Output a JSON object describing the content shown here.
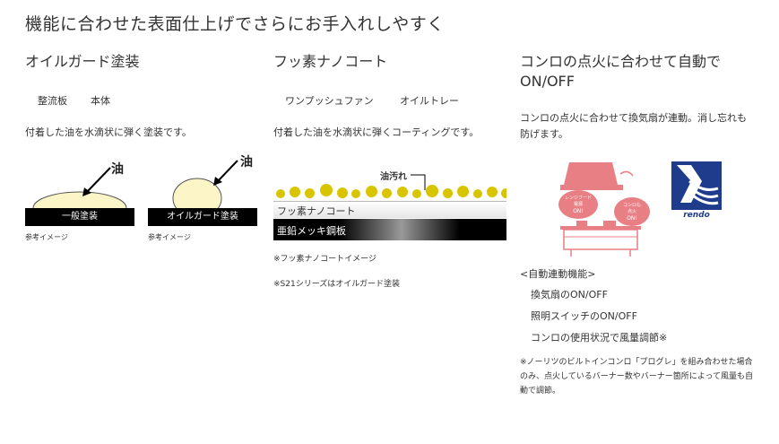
{
  "page_title": "機能に合わせた表面仕上げでさらにお手入れしやすく",
  "col1": {
    "heading": "オイルガード塗装",
    "parts": [
      "整流板",
      "本体"
    ],
    "desc": "付着した油を水滴状に弾く塗装です。",
    "oil_label": "油",
    "bar_general": "一般塗装",
    "bar_oilguard": "オイルガード塗装",
    "note_left": "参考イメージ",
    "note_right": "参考イメージ"
  },
  "col2": {
    "heading": "フッ素ナノコート",
    "parts": [
      "ワンプッシュファン",
      "オイルトレー"
    ],
    "desc": "付着した油を水滴状に弾くコーティングです。",
    "stain_label": "油汚れ",
    "layer_top": "フッ素ナノコート",
    "layer_bottom": "亜鉛メッキ鋼板",
    "note1": "※フッ素ナノコートイメージ",
    "note2": "※S21シリーズはオイルガード塗装"
  },
  "col3": {
    "heading_line1": "コンロの点火に合わせて自動で",
    "heading_line2": "ON/OFF",
    "desc": "コンロの点火に合わせて換気扇が連動。消し忘れも防げます。",
    "bubble_left": [
      "レンジフード",
      "電源",
      "ON!"
    ],
    "bubble_right": [
      "コンロも",
      "点火",
      "ON!"
    ],
    "logo_text": "rendo",
    "func_title": "<自動連動機能>",
    "func_items": [
      "換気扇のON/OFF",
      "照明スイッチのON/OFF",
      "コンロの使用状況で風量調節※"
    ],
    "footnote": "※ノーリツのビルトインコンロ「プログレ」を組み合わせた場合のみ、点火しているバーナー数やバーナー箇所によって風量も自動で調節。",
    "colors": {
      "accent_pink": "#e87f84",
      "logo_blue": "#1f3c8c"
    }
  }
}
